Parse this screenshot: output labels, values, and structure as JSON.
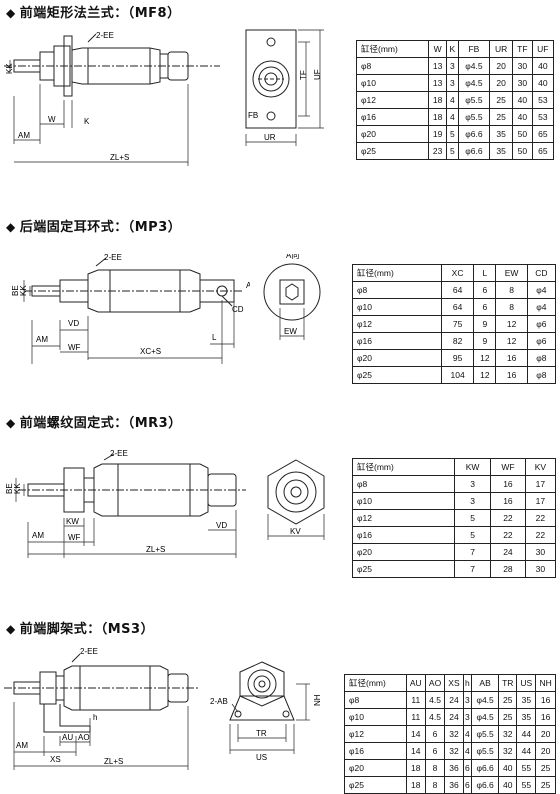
{
  "sections": [
    {
      "title": "前端矩形法兰式：（MF8）",
      "labels": {
        "ee": "2-EE",
        "kk": "KK",
        "am": "AM",
        "w": "W",
        "k": "K",
        "zls": "ZL+S",
        "tf": "TF",
        "uf": "UF",
        "fb": "FB",
        "ur": "UR"
      },
      "headers": [
        "缸径(mm)",
        "W",
        "K",
        "FB",
        "UR",
        "TF",
        "UF"
      ],
      "rows": [
        [
          "φ8",
          "13",
          "3",
          "φ4.5",
          "20",
          "30",
          "40"
        ],
        [
          "φ10",
          "13",
          "3",
          "φ4.5",
          "20",
          "30",
          "40"
        ],
        [
          "φ12",
          "18",
          "4",
          "φ5.5",
          "25",
          "40",
          "53"
        ],
        [
          "φ16",
          "18",
          "4",
          "φ5.5",
          "25",
          "40",
          "53"
        ],
        [
          "φ20",
          "19",
          "5",
          "φ6.6",
          "35",
          "50",
          "65"
        ],
        [
          "φ25",
          "23",
          "5",
          "φ6.6",
          "35",
          "50",
          "65"
        ]
      ]
    },
    {
      "title": "后端固定耳环式：（MP3）",
      "labels": {
        "ee": "2-EE",
        "be": "BE",
        "kk": "KK",
        "am": "AM",
        "wf": "WF",
        "vd": "VD",
        "xcs": "XC+S",
        "l": "L",
        "cd": "CD",
        "a": "A",
        "aview": "A向",
        "ew": "EW"
      },
      "headers": [
        "缸径(mm)",
        "XC",
        "L",
        "EW",
        "CD"
      ],
      "rows": [
        [
          "φ8",
          "64",
          "6",
          "8",
          "φ4"
        ],
        [
          "φ10",
          "64",
          "6",
          "8",
          "φ4"
        ],
        [
          "φ12",
          "75",
          "9",
          "12",
          "φ6"
        ],
        [
          "φ16",
          "82",
          "9",
          "12",
          "φ6"
        ],
        [
          "φ20",
          "95",
          "12",
          "16",
          "φ8"
        ],
        [
          "φ25",
          "104",
          "12",
          "16",
          "φ8"
        ]
      ]
    },
    {
      "title": "前端螺纹固定式：（MR3）",
      "labels": {
        "ee": "2-EE",
        "be": "BE",
        "kk": "KK",
        "am": "AM",
        "kw": "KW",
        "wf": "WF",
        "zls": "ZL+S",
        "vd": "VD",
        "kv": "KV"
      },
      "headers": [
        "缸径(mm)",
        "KW",
        "WF",
        "KV"
      ],
      "rows": [
        [
          "φ8",
          "3",
          "16",
          "17"
        ],
        [
          "φ10",
          "3",
          "16",
          "17"
        ],
        [
          "φ12",
          "5",
          "22",
          "22"
        ],
        [
          "φ16",
          "5",
          "22",
          "22"
        ],
        [
          "φ20",
          "7",
          "24",
          "30"
        ],
        [
          "φ25",
          "7",
          "28",
          "30"
        ]
      ]
    },
    {
      "title": "前端脚架式：（MS3）",
      "labels": {
        "ee": "2-EE",
        "am": "AM",
        "xs": "XS",
        "au": "AU",
        "ao": "AO",
        "h": "h",
        "zls": "ZL+S",
        "ab": "2-AB",
        "nh": "NH",
        "tr": "TR",
        "us": "US"
      },
      "headers": [
        "缸径(mm)",
        "AU",
        "AO",
        "XS",
        "h",
        "AB",
        "TR",
        "US",
        "NH"
      ],
      "rows": [
        [
          "φ8",
          "11",
          "4.5",
          "24",
          "3",
          "φ4.5",
          "25",
          "35",
          "16"
        ],
        [
          "φ10",
          "11",
          "4.5",
          "24",
          "3",
          "φ4.5",
          "25",
          "35",
          "16"
        ],
        [
          "φ12",
          "14",
          "6",
          "32",
          "4",
          "φ5.5",
          "32",
          "44",
          "20"
        ],
        [
          "φ16",
          "14",
          "6",
          "32",
          "4",
          "φ5.5",
          "32",
          "44",
          "20"
        ],
        [
          "φ20",
          "18",
          "8",
          "36",
          "6",
          "φ6.6",
          "40",
          "55",
          "25"
        ],
        [
          "φ25",
          "18",
          "8",
          "36",
          "6",
          "φ6.6",
          "40",
          "55",
          "25"
        ]
      ]
    }
  ]
}
